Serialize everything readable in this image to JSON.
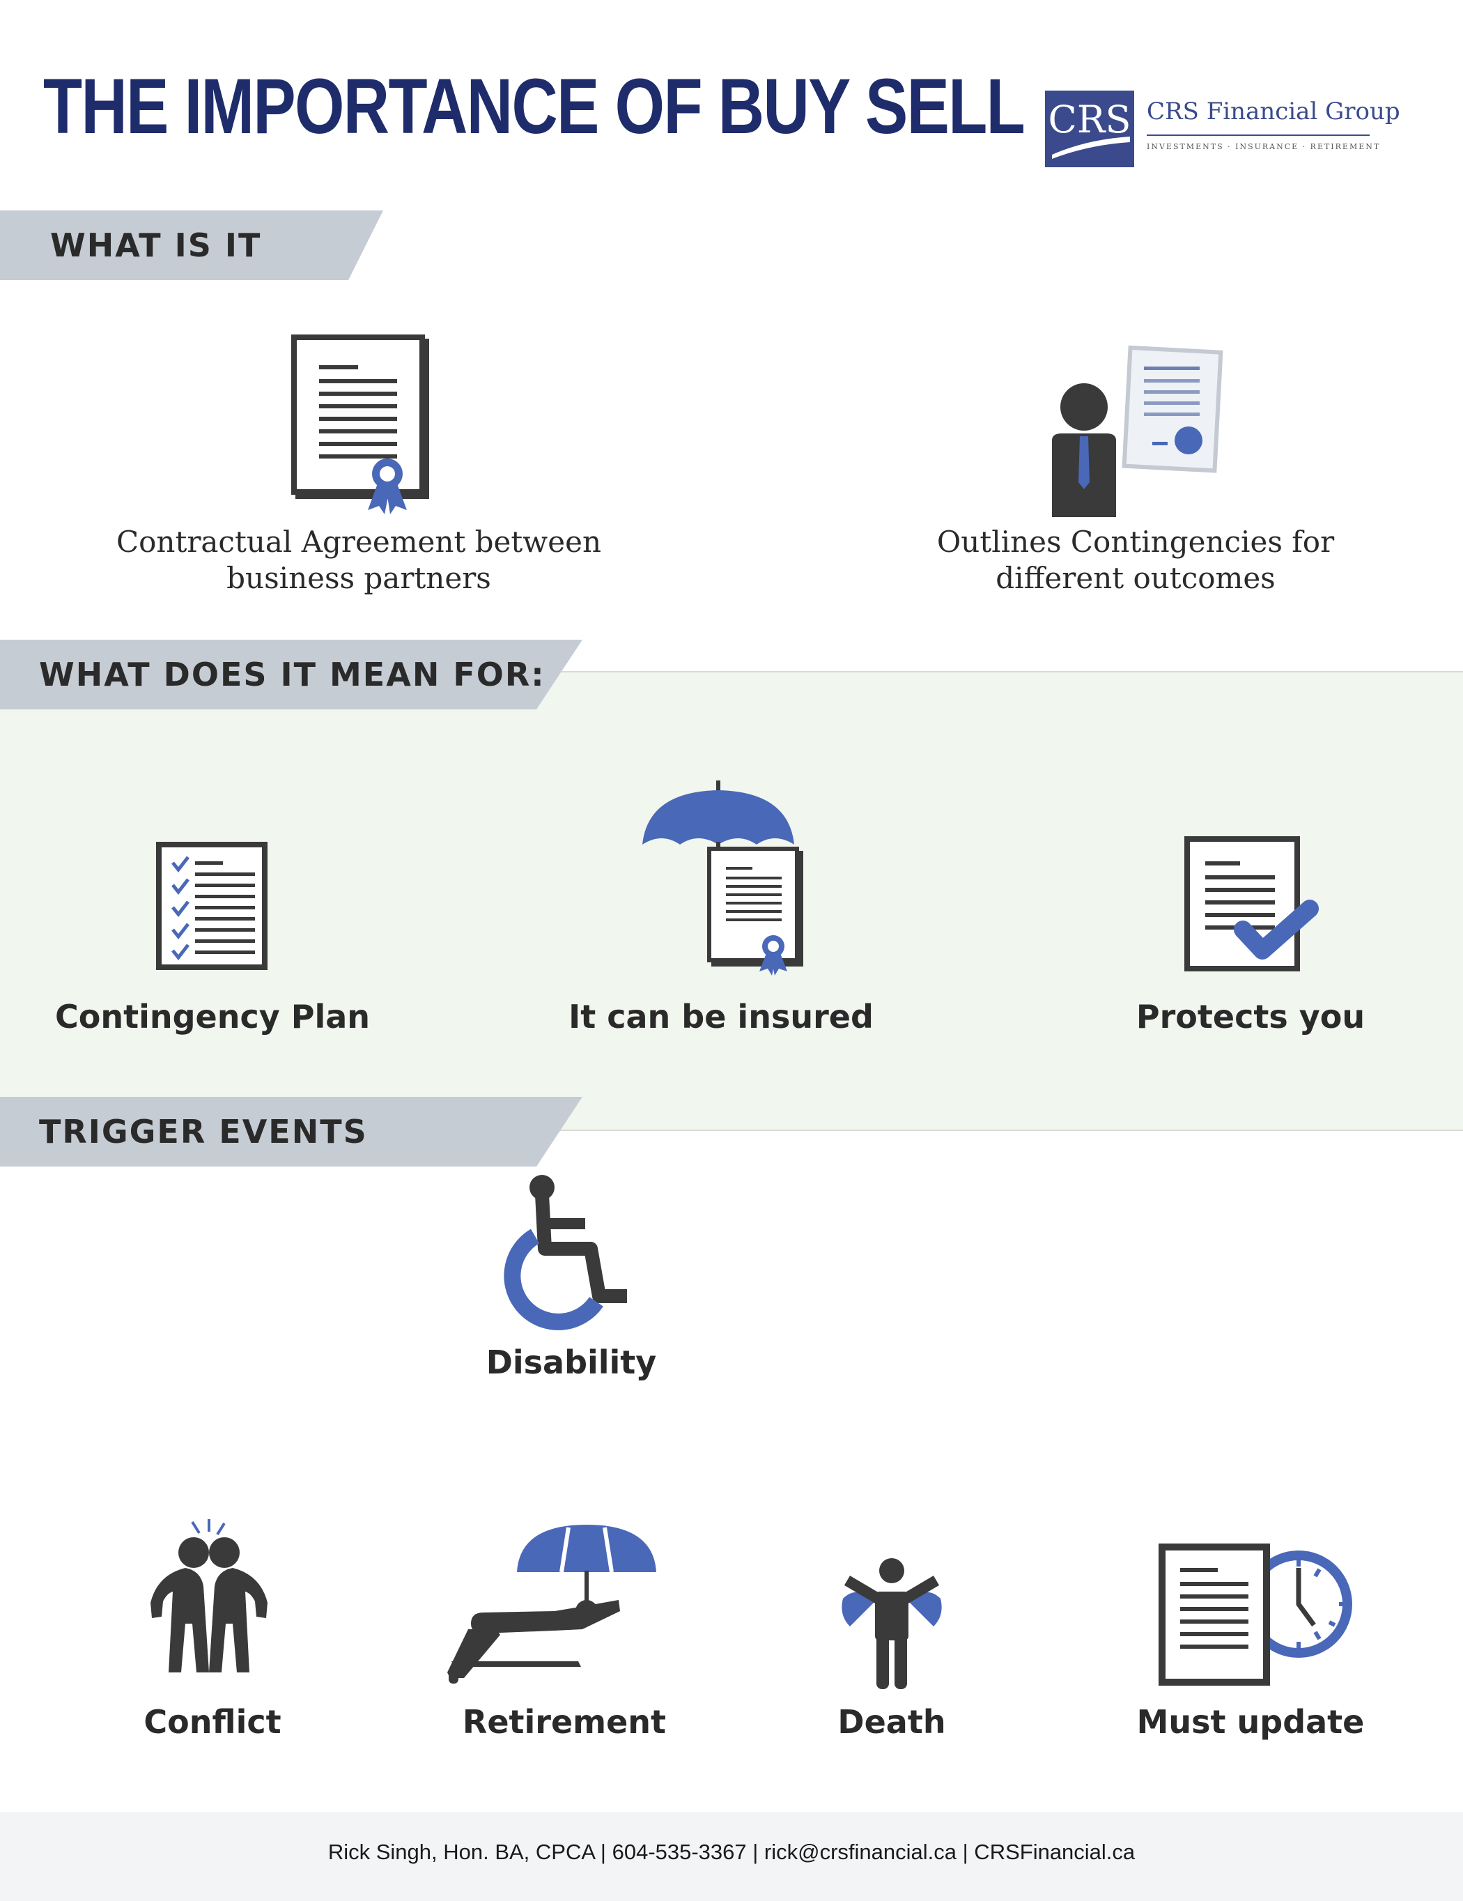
{
  "header": {
    "title": "THE IMPORTANCE OF BUY SELL",
    "logo": {
      "mark": "CRS",
      "name": "CRS Financial Group",
      "tagline": "INVESTMENTS · INSURANCE · RETIREMENT"
    }
  },
  "colors": {
    "title": "#1f2c6b",
    "accent": "#4a68b8",
    "icon_dark": "#3a3a3a",
    "banner": "#c6ccd3",
    "section_bg": "#f1f6ee"
  },
  "sections": {
    "what_is_it": {
      "heading": "WHAT IS IT",
      "items": [
        {
          "icon": "certificate-document-icon",
          "line1": "Contractual Agreement between",
          "line2": "business partners"
        },
        {
          "icon": "businessman-contract-icon",
          "line1": "Outlines Contingencies for",
          "line2": "different outcomes"
        }
      ]
    },
    "what_does_it_mean": {
      "heading": "WHAT DOES IT MEAN FOR:",
      "items": [
        {
          "icon": "checklist-icon",
          "label": "Contingency Plan"
        },
        {
          "icon": "umbrella-document-icon",
          "label": "It can be insured"
        },
        {
          "icon": "document-check-icon",
          "label": "Protects you"
        }
      ]
    },
    "trigger_events": {
      "heading": "TRIGGER EVENTS",
      "items": [
        {
          "icon": "wheelchair-icon",
          "label": "Disability"
        },
        {
          "icon": "conflict-people-icon",
          "label": "Conflict"
        },
        {
          "icon": "beach-umbrella-icon",
          "label": "Retirement"
        },
        {
          "icon": "angel-figure-icon",
          "label": "Death"
        },
        {
          "icon": "document-clock-icon",
          "label": "Must update"
        }
      ]
    }
  },
  "footer": {
    "contact": "Rick Singh, Hon. BA, CPCA | 604-535-3367 | rick@crsfinancial.ca | CRSFinancial.ca"
  }
}
